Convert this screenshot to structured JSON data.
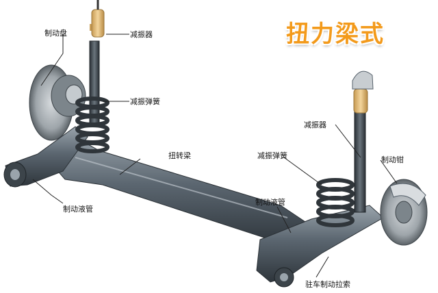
{
  "title": "扭力梁式",
  "colors": {
    "title": "#f39a1b",
    "metal": "#5a6670",
    "spring": "#2e3338",
    "spring_seat": "#e8c27a"
  },
  "labels": {
    "brake_disc": "制动盘",
    "shock_absorber_left": "减振器",
    "spring_left": "减振弹簧",
    "torsion_beam": "扭转梁",
    "brake_hose_left": "制动液管",
    "shock_absorber_right": "减振器",
    "spring_right": "减振弹簧",
    "brake_caliper": "制动钳",
    "brake_hose_right": "制动液管",
    "parking_brake_cable": "驻车制动拉索"
  }
}
